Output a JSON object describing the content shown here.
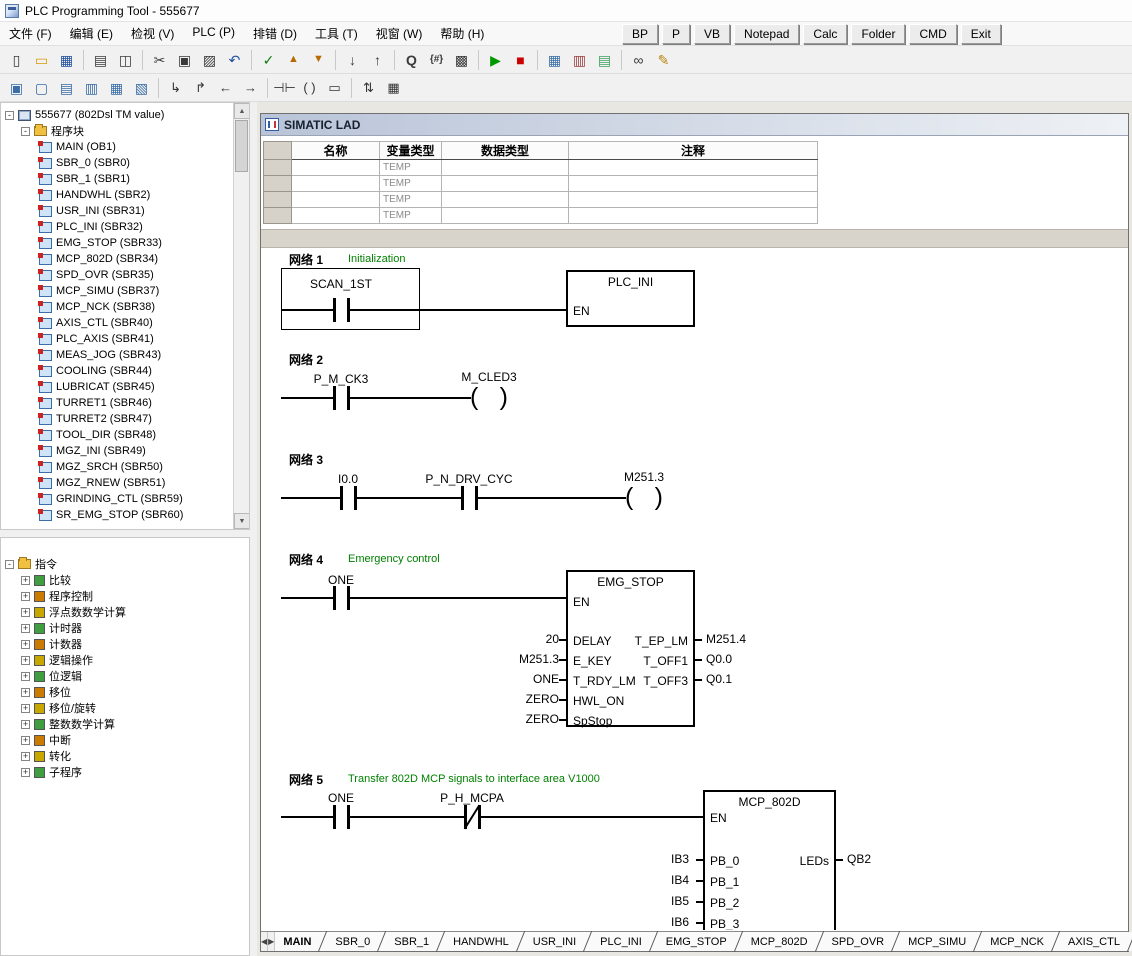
{
  "titlebar": {
    "title": "PLC Programming Tool - 555677"
  },
  "menu": [
    "文件 (F)",
    "编辑 (E)",
    "检视 (V)",
    "PLC (P)",
    "排错 (D)",
    "工具 (T)",
    "视窗 (W)",
    "帮助 (H)"
  ],
  "quick_buttons": [
    {
      "name": "bp-button",
      "label": "BP"
    },
    {
      "name": "p-button",
      "label": "P"
    },
    {
      "name": "vb-button",
      "label": "VB"
    },
    {
      "name": "notepad-button",
      "label": "Notepad"
    },
    {
      "name": "calc-button",
      "label": "Calc"
    },
    {
      "name": "folder-button",
      "label": "Folder"
    },
    {
      "name": "cmd-button",
      "label": "CMD"
    },
    {
      "name": "exit-button",
      "label": "Exit"
    }
  ],
  "toolbar_main": {
    "g1": [
      {
        "name": "new-file-icon",
        "glyph": "▯"
      },
      {
        "name": "open-project-icon",
        "glyph": "▭"
      },
      {
        "name": "save-icon",
        "glyph": "▦"
      }
    ],
    "g2": [
      {
        "name": "print-icon",
        "glyph": "▤"
      },
      {
        "name": "print-preview-icon",
        "glyph": "◫"
      }
    ],
    "g3": [
      {
        "name": "cut-icon",
        "glyph": "✂"
      },
      {
        "name": "copy-icon",
        "glyph": "▣"
      },
      {
        "name": "paste-icon",
        "glyph": "▨"
      },
      {
        "name": "undo-icon",
        "glyph": "↶"
      }
    ],
    "g4": [
      {
        "name": "compile-icon",
        "glyph": "✓"
      },
      {
        "name": "upload-icon",
        "glyph": "▲"
      },
      {
        "name": "download-icon",
        "glyph": "▼"
      }
    ],
    "g5": [
      {
        "name": "sort-ascending-icon",
        "glyph": "↓"
      },
      {
        "name": "sort-descending-icon",
        "glyph": "↑"
      }
    ],
    "g6": [
      {
        "name": "find-icon",
        "glyph": "Q"
      },
      {
        "name": "address-braces-icon",
        "glyph": "{#}"
      },
      {
        "name": "special-paste-icon",
        "glyph": "▩"
      }
    ],
    "g7": [
      {
        "name": "run-icon",
        "glyph": "▶"
      },
      {
        "name": "stop-icon",
        "glyph": "■"
      }
    ],
    "g8": [
      {
        "name": "chart-status-icon",
        "glyph": "▦"
      },
      {
        "name": "data-block-icon",
        "glyph": "▥"
      },
      {
        "name": "cross-reference-icon",
        "glyph": "▤"
      }
    ],
    "g9": [
      {
        "name": "program-status-icon",
        "glyph": "∞"
      },
      {
        "name": "edit-pen-icon",
        "glyph": "✎"
      }
    ]
  },
  "toolbar_lad": {
    "blocks": [
      {
        "name": "insert-network-icon",
        "glyph": "▣"
      },
      {
        "name": "delete-network-icon",
        "glyph": "▢"
      },
      {
        "name": "pou-comment-icon",
        "glyph": "▤"
      },
      {
        "name": "symbol-table-icon",
        "glyph": "▥"
      },
      {
        "name": "bookmark-icon",
        "glyph": "▦"
      },
      {
        "name": "library-icon",
        "glyph": "▧"
      }
    ],
    "lines": [
      {
        "name": "line-down-icon",
        "glyph": "↳"
      },
      {
        "name": "line-up-icon",
        "glyph": "↱"
      },
      {
        "name": "line-left-icon",
        "glyph": "←"
      },
      {
        "name": "line-right-icon",
        "glyph": "→"
      }
    ],
    "elems": [
      {
        "name": "insert-contact-icon",
        "glyph": "⊣⊢"
      },
      {
        "name": "insert-coil-icon",
        "glyph": "( )"
      },
      {
        "name": "insert-box-icon",
        "glyph": "▭"
      }
    ],
    "extra": [
      {
        "name": "immediate-contact-icon",
        "glyph": "⇅"
      },
      {
        "name": "address-grid-icon",
        "glyph": "▦"
      }
    ]
  },
  "project_tree": {
    "root": "555677 (802Dsl TM value)",
    "folder": "程序块",
    "blocks": [
      "MAIN (OB1)",
      "SBR_0 (SBR0)",
      "SBR_1 (SBR1)",
      "HANDWHL (SBR2)",
      "USR_INI (SBR31)",
      "PLC_INI (SBR32)",
      "EMG_STOP (SBR33)",
      "MCP_802D (SBR34)",
      "SPD_OVR (SBR35)",
      "MCP_SIMU (SBR37)",
      "MCP_NCK (SBR38)",
      "AXIS_CTL (SBR40)",
      "PLC_AXIS (SBR41)",
      "MEAS_JOG (SBR43)",
      "COOLING (SBR44)",
      "LUBRICAT (SBR45)",
      "TURRET1 (SBR46)",
      "TURRET2 (SBR47)",
      "TOOL_DIR (SBR48)",
      "MGZ_INI (SBR49)",
      "MGZ_SRCH (SBR50)",
      "MGZ_RNEW (SBR51)",
      "GRINDING_CTL (SBR59)",
      "SR_EMG_STOP (SBR60)"
    ]
  },
  "instruction_tree": {
    "root": "指令",
    "items": [
      "比较",
      "程序控制",
      "浮点数数学计算",
      "计时器",
      "计数器",
      "逻辑操作",
      "位逻辑",
      "移位",
      "移位/旋转",
      "整数数学计算",
      "中断",
      "转化",
      "子程序"
    ]
  },
  "lad": {
    "title": "SIMATIC LAD",
    "table": {
      "headers": [
        "名称",
        "变量类型",
        "数据类型",
        "注释"
      ],
      "rows": [
        {
          "var_type": "TEMP"
        },
        {
          "var_type": "TEMP"
        },
        {
          "var_type": "TEMP"
        },
        {
          "var_type": "TEMP"
        }
      ]
    },
    "networks": [
      {
        "label": "网络 1",
        "comment": "Initialization",
        "contacts": [
          {
            "name": "SCAN_1ST"
          }
        ],
        "box": {
          "title": "PLC_INI",
          "en": "EN"
        }
      },
      {
        "label": "网络 2",
        "comment": "",
        "contacts": [
          {
            "name": "P_M_CK3"
          }
        ],
        "coil": "M_CLED3"
      },
      {
        "label": "网络 3",
        "comment": "",
        "contacts": [
          {
            "name": "I0.0"
          },
          {
            "name": "P_N_DRV_CYC"
          }
        ],
        "coil": "M251.3"
      },
      {
        "label": "网络 4",
        "comment": "Emergency control",
        "contacts": [
          {
            "name": "ONE"
          }
        ],
        "box": {
          "title": "EMG_STOP",
          "en": "EN",
          "inputs": [
            [
              "20",
              "DELAY"
            ],
            [
              "M251.3",
              "E_KEY"
            ],
            [
              "ONE",
              "T_RDY_LM"
            ],
            [
              "ZERO",
              "HWL_ON"
            ],
            [
              "ZERO",
              "SpStop"
            ]
          ],
          "outputs": [
            [
              "T_EP_LM",
              "M251.4"
            ],
            [
              "T_OFF1",
              "Q0.0"
            ],
            [
              "T_OFF3",
              "Q0.1"
            ]
          ]
        }
      },
      {
        "label": "网络 5",
        "comment": "Transfer 802D MCP signals to interface area V1000",
        "contacts": [
          {
            "name": "ONE"
          },
          {
            "name": "P_H_MCPA",
            "negated": true
          }
        ],
        "box": {
          "title": "MCP_802D",
          "en": "EN",
          "inputs": [
            [
              "IB3",
              "PB_0"
            ],
            [
              "IB4",
              "PB_1"
            ],
            [
              "IB5",
              "PB_2"
            ],
            [
              "IB6",
              "PB_3"
            ]
          ],
          "outputs": [
            [
              "LEDs",
              "QB2"
            ]
          ]
        }
      }
    ],
    "tabs": [
      "MAIN",
      "SBR_0",
      "SBR_1",
      "HANDWHL",
      "USR_INI",
      "PLC_INI",
      "EMG_STOP",
      "MCP_802D",
      "SPD_OVR",
      "MCP_SIMU",
      "MCP_NCK",
      "AXIS_CTL"
    ]
  },
  "symbols": {
    "minus": "-",
    "plus": "+",
    "paren_open": "(",
    "paren_close": ")",
    "scroll_up": "▲",
    "scroll_down": "▼",
    "tab_prev": "◀",
    "tab_next": "▶"
  }
}
